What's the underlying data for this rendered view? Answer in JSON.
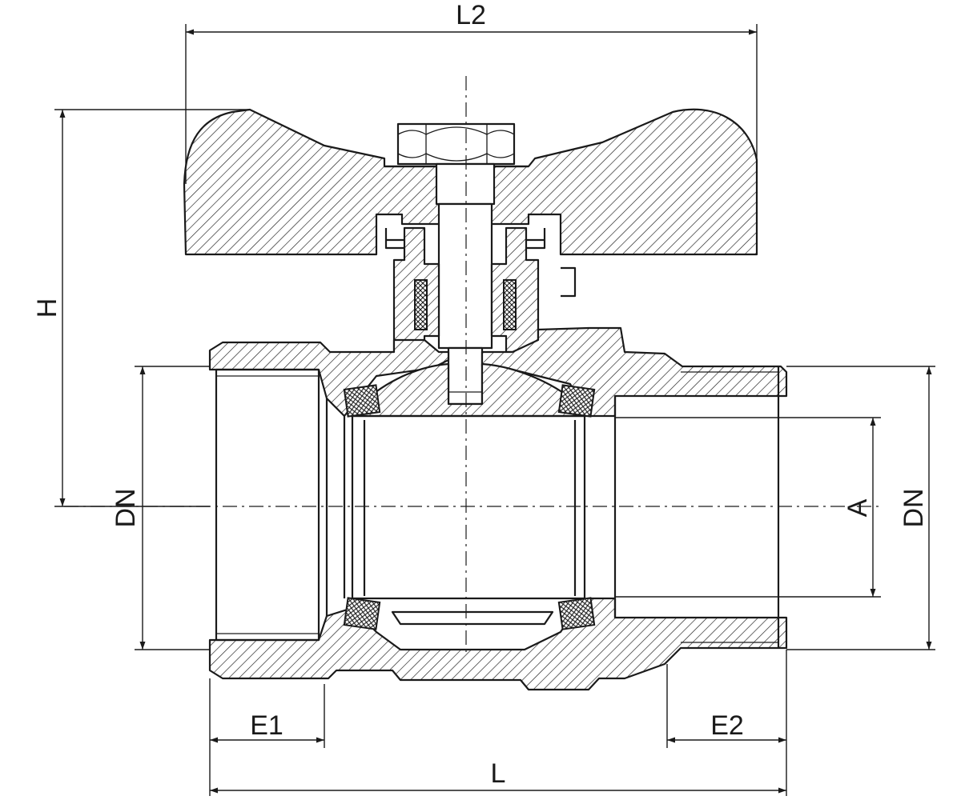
{
  "labels": {
    "l2": "L2",
    "h": "H",
    "dn_left": "DN",
    "dn_right": "DN",
    "a": "A",
    "e1": "E1",
    "e2": "E2",
    "l": "L"
  },
  "colors": {
    "line": "#1a1a1a",
    "background": "#ffffff"
  }
}
